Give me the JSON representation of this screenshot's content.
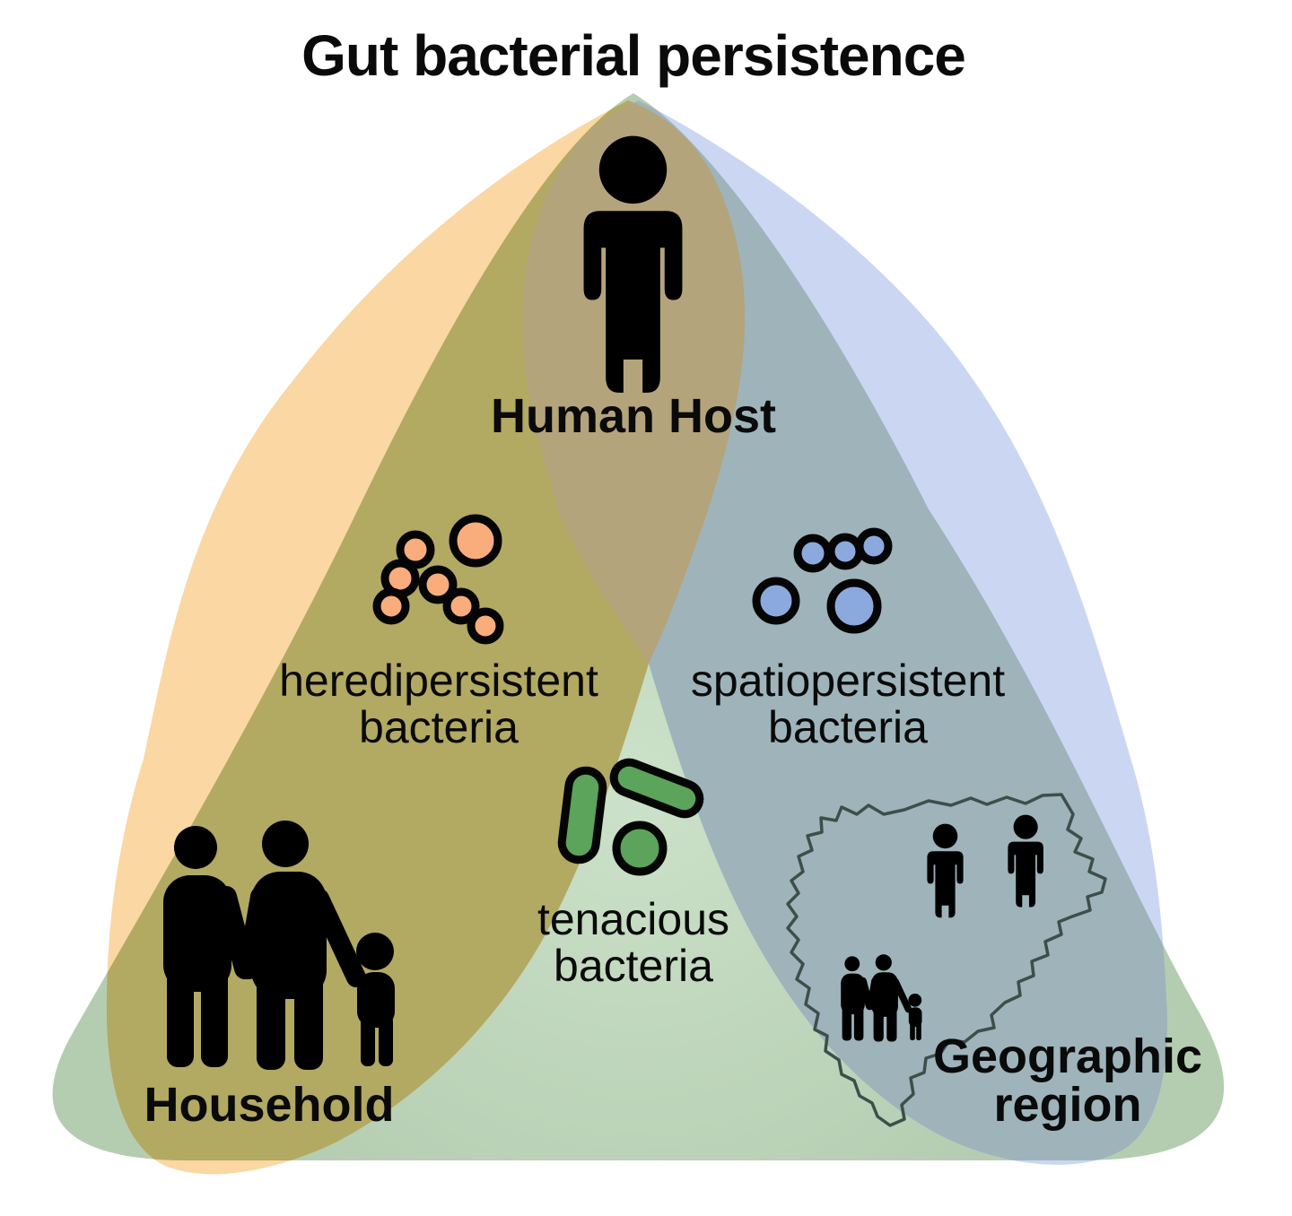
{
  "title": "Gut bacterial persistence",
  "nodes": {
    "human_host": {
      "label": "Human Host"
    },
    "household": {
      "label": "Household"
    },
    "geographic": {
      "label_line1": "Geographic",
      "label_line2": "region"
    }
  },
  "bacteria": {
    "heredipersistent": {
      "label_line1": "heredipersistent",
      "label_line2": "bacteria",
      "fill": "#F9AC7C"
    },
    "spatiopersistent": {
      "label_line1": "spatiopersistent",
      "label_line2": "bacteria",
      "fill": "#8CA9DE"
    },
    "tenacious": {
      "label_line1": "tenacious",
      "label_line2": "bacteria",
      "fill": "#5CA35C"
    }
  },
  "colors": {
    "background": "#FFFFFF",
    "household_region": "#FAD7A3",
    "geographic_region": "#CBD7F2",
    "green_region_inner": "#CCE1C9",
    "green_region_outer": "#B4CDB1",
    "household_green_overlap": "#B2A963",
    "geographic_green_overlap": "#9EB4BA",
    "human_host_overlap": "#B3A47B",
    "bacteria_outline": "#050505",
    "map_outline": "#3E4E4B",
    "icon": "#000000",
    "text": "#0A0A0A"
  },
  "icons": {
    "human_host": "person-icon",
    "household": "family-icon",
    "geographic_people": "person-icon",
    "geographic_family": "family-icon",
    "geographic_map": "region-map-outline"
  }
}
